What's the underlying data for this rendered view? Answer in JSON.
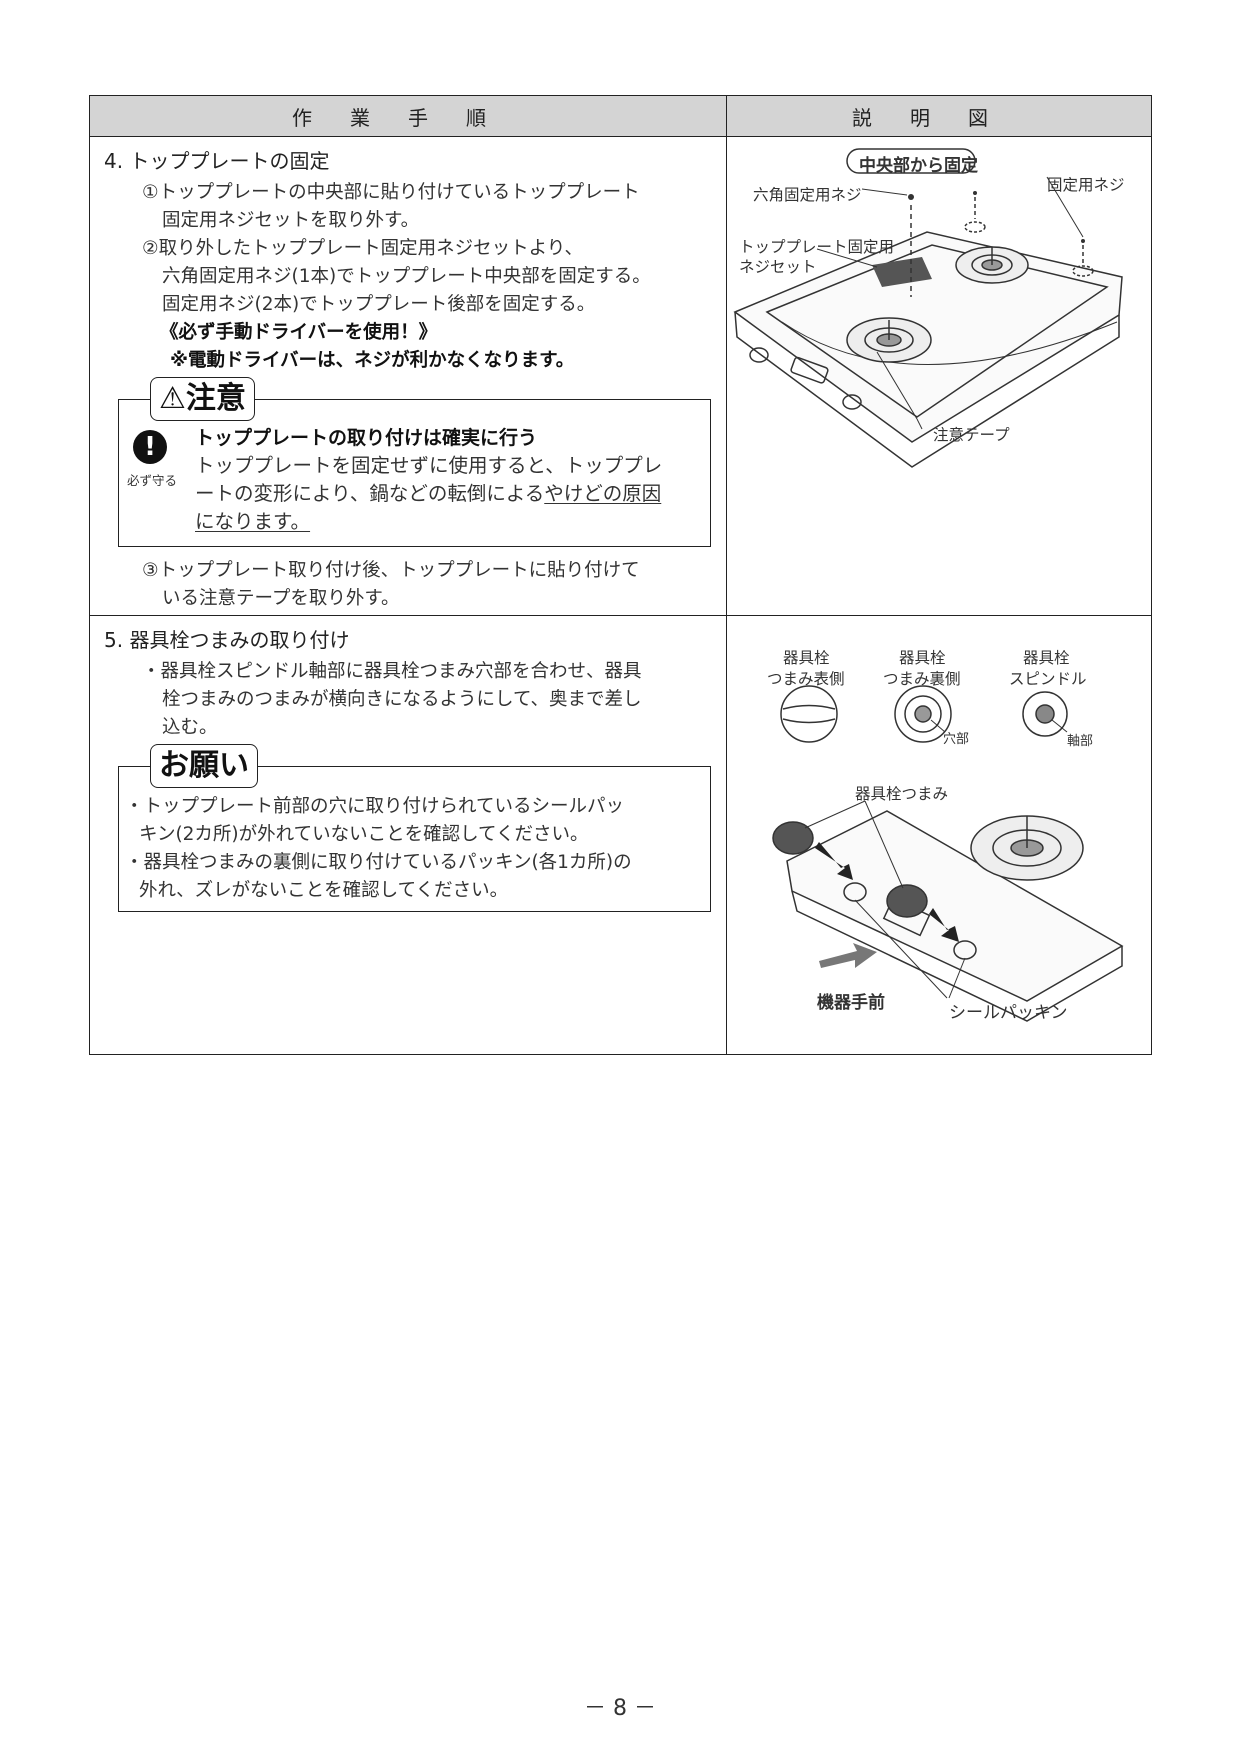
{
  "table": {
    "header_left": "作業手順",
    "header_right": "説明図"
  },
  "step4": {
    "title": "4. トッププレートの固定",
    "line1a": "①トッププレートの中央部に貼り付けているトッププレート",
    "line1b": "固定用ネジセットを取り外す。",
    "line2a": "②取り外したトッププレート固定用ネジセットより、",
    "line2b": "六角固定用ネジ(1本)でトッププレート中央部を固定する。",
    "line2c": "固定用ネジ(2本)でトッププレート後部を固定する。",
    "note1": "《必ず手動ドライバーを使用！》",
    "note2": "※電動ドライバーは、ネジが利かなくなります。",
    "line3a": "③トッププレート取り付け後、トッププレートに貼り付けて",
    "line3b": "いる注意テープを取り外す。"
  },
  "caution": {
    "label": "⚠注意",
    "icon_caption": "必ず守る",
    "heading": "トッププレートの取り付けは確実に行う",
    "body1": "トッププレートを固定せずに使用すると、トッププレ",
    "body2a": "ートの変形により、鍋などの転倒による",
    "body2b": "やけどの原因",
    "body3": "になります。"
  },
  "step5": {
    "title": "5. 器具栓つまみの取り付け",
    "line1a": "・器具栓スピンドル軸部に器具栓つまみ穴部を合わせ、器具",
    "line1b": "栓つまみのつまみが横向きになるようにして、奥まで差し",
    "line1c": "込む。"
  },
  "request": {
    "label": "お願い",
    "b1a": "・トッププレート前部の穴に取り付けられているシールパッ",
    "b1b": "キン(2カ所)が外れていないことを確認してください。",
    "b2a": "・器具栓つまみの裏側に取り付けているパッキン(各1カ所)の",
    "b2b": "外れ、ズレがないことを確認してください。"
  },
  "fig1": {
    "badge": "中央部から固定",
    "hex_screw": "六角固定用ネジ",
    "screw": "固定用ネジ",
    "screw_set_a": "トッププレート固定用",
    "screw_set_b": "ネジセット",
    "tape": "注意テープ"
  },
  "fig2": {
    "front_a": "器具栓",
    "front_b": "つまみ表側",
    "back_a": "器具栓",
    "back_b": "つまみ裏側",
    "spindle_a": "器具栓",
    "spindle_b": "スピンドル",
    "hole": "穴部",
    "shaft": "軸部",
    "knob": "器具栓つまみ",
    "front_side": "機器手前",
    "seal": "シールパッキン"
  },
  "page_number": "－ 8 －"
}
